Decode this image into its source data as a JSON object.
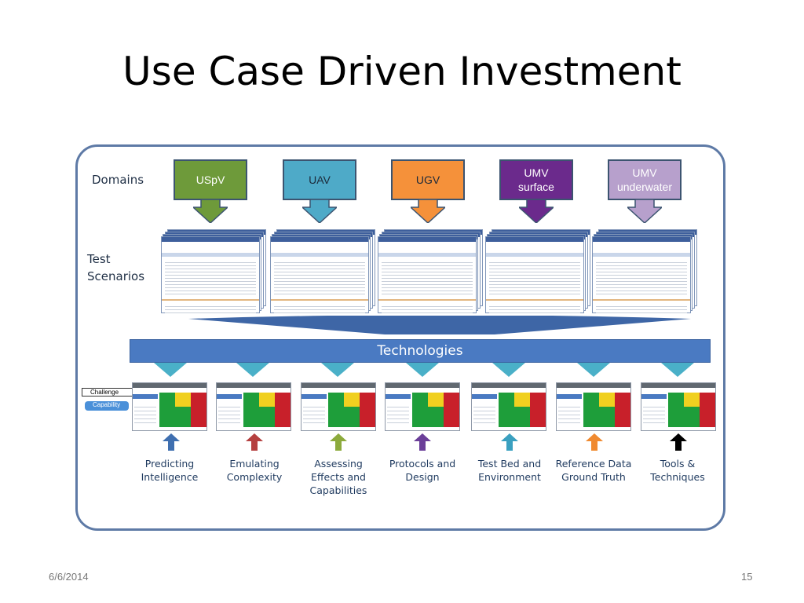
{
  "slide": {
    "title": "Use Case Driven Investment",
    "date": "6/6/2014",
    "page_number": "15"
  },
  "row_labels": {
    "domains": "Domains",
    "test": "Test",
    "scenarios": "Scenarios"
  },
  "domains": [
    {
      "label": "USpV",
      "color": "#6e9a3a"
    },
    {
      "label": "UAV",
      "color": "#4eaac8"
    },
    {
      "label": "UGV",
      "color": "#f5913a"
    },
    {
      "label": "UMV\nsurface",
      "color": "#6b2a8c"
    },
    {
      "label": "UMV\nunderwater",
      "color": "#b7a0cc"
    }
  ],
  "technologies_label": "Technologies",
  "legend": {
    "challenge": "Challenge",
    "capability": "Capability"
  },
  "technologies": [
    {
      "label": "Predicting\nIntelligence",
      "arrow_color": "#3f6fb0"
    },
    {
      "label": "Emulating\nComplexity",
      "arrow_color": "#b54040"
    },
    {
      "label": "Assessing\nEffects and\nCapabilities",
      "arrow_color": "#8caa3c"
    },
    {
      "label": "Protocols and\nDesign",
      "arrow_color": "#6b3f99"
    },
    {
      "label": "Test Bed and\nEnvironment",
      "arrow_color": "#3aa0c0"
    },
    {
      "label": "Reference Data\nGround Truth",
      "arrow_color": "#f08a30"
    },
    {
      "label": "Tools &\nTechniques",
      "arrow_color": "#000000"
    }
  ]
}
